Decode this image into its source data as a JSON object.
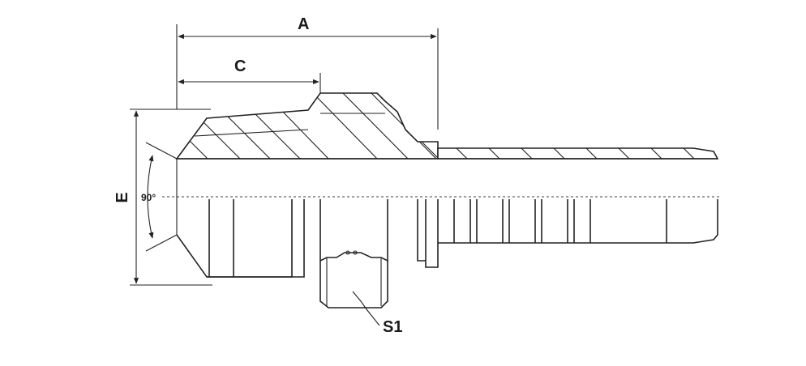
{
  "labels": {
    "dim_a": "A",
    "dim_c": "C",
    "dim_e": "E",
    "angle": "90°",
    "s1": "S1"
  }
}
